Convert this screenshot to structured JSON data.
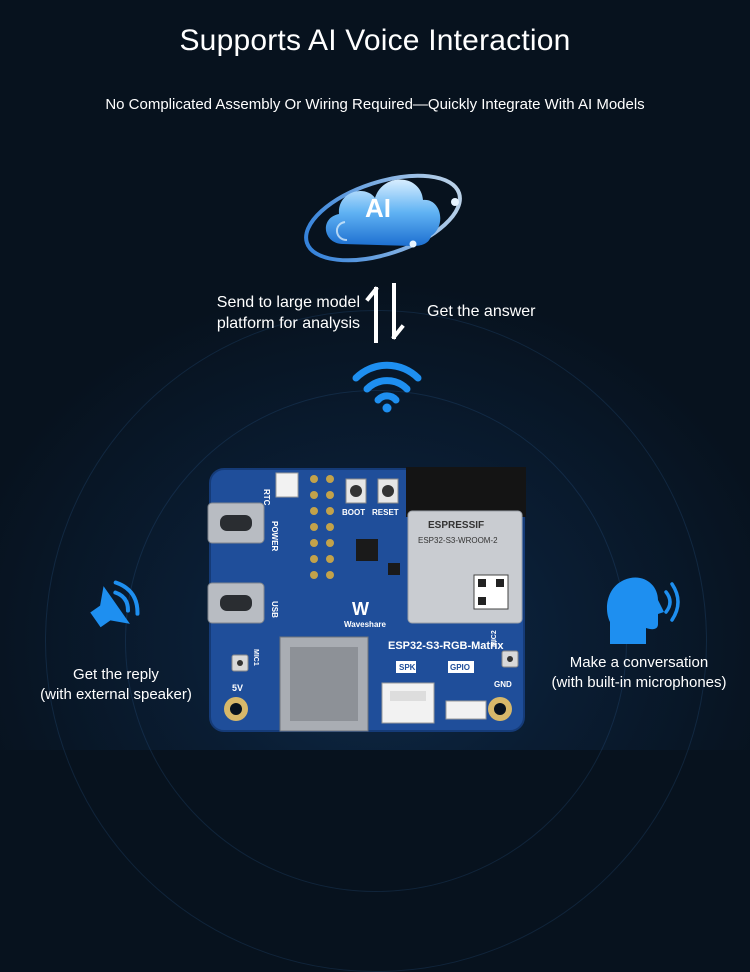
{
  "header": {
    "title": "Supports AI Voice Interaction",
    "subtitle": "No Complicated Assembly Or Wiring Required—Quickly Integrate With AI Models"
  },
  "cloud": {
    "label": "AI",
    "icon": "ai-cloud-icon"
  },
  "flow": {
    "send_line1": "Send to large model",
    "send_line2": "platform for analysis",
    "receive": "Get the answer"
  },
  "board": {
    "name": "ESP32-S3-RGB-Matrix",
    "brand": "Waveshare",
    "module_brand": "ESPRESSIF",
    "module_name": "ESP32-S3-WROOM-2",
    "labels": {
      "rtc": "RTC",
      "boot": "BOOT",
      "reset": "RESET",
      "power": "POWER",
      "usb": "USB",
      "mic1": "MIC1",
      "mic2": "MIC2",
      "spk": "SPK",
      "gpio": "GPIO",
      "gnd": "GND",
      "v5": "5V"
    }
  },
  "features": {
    "left_line1": "Get the reply",
    "left_line2": "(with external speaker)",
    "right_line1": "Make a conversation",
    "right_line2": "(with built-in microphones)"
  },
  "colors": {
    "background": "#07121e",
    "accent_blue": "#1e8ff0",
    "board_blue": "#1f4e9a"
  }
}
